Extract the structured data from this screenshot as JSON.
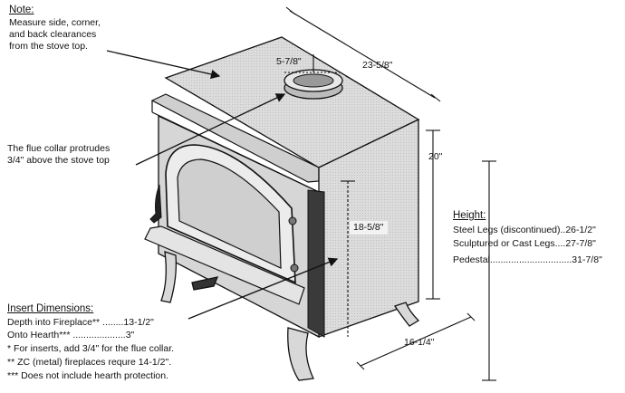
{
  "note": {
    "heading": "Note:",
    "lines": [
      "Measure side, corner,",
      "and back clearances",
      "from the stove top."
    ]
  },
  "flue_note": {
    "lines": [
      "The flue collar protrudes",
      "3/4\" above the stove top"
    ]
  },
  "dimensions": {
    "flue_collar_diameter": "5-7/8\"",
    "depth": "23-5/8\"",
    "body_height": "20\"",
    "front_height": "18-5/8\"",
    "width": "16-1/4\""
  },
  "height": {
    "heading": "Height:",
    "rows": [
      "Steel Legs (discontinued)..26-1/2\"",
      "Sculptured or Cast Legs....27-7/8\"",
      "Pedestal...............................31-7/8\""
    ]
  },
  "insert": {
    "heading": "Insert Dimensions:",
    "rows": [
      "Depth into Fireplace** ........13-1/2\"",
      "Onto Hearth*** ....................3\"",
      "* For inserts, add 3/4\" for the flue collar.",
      "** ZC (metal) fireplaces requre 14-1/2\".",
      "*** Does not include hearth protection."
    ]
  }
}
